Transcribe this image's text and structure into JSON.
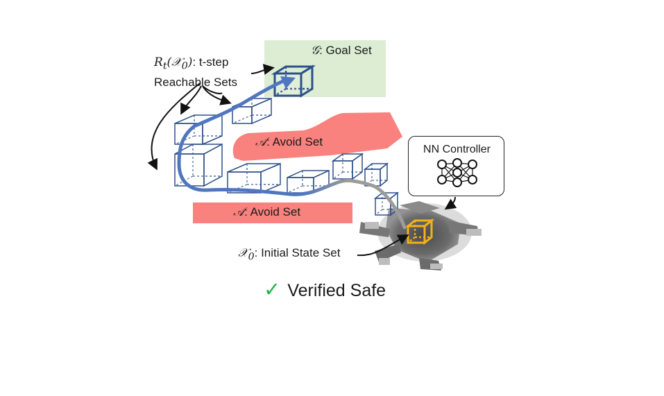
{
  "goal": {
    "symbol": "𝒢",
    "text": ": Goal Set",
    "color": "#dcedd4"
  },
  "reachable": {
    "symbol": "R",
    "subscript": "t",
    "arg": "(𝒳",
    "arg_sub": "0",
    "arg_close": ")",
    "line1_rest": ": t-step",
    "line2": "Reachable Sets"
  },
  "avoid": {
    "symbol": "𝒜",
    "text": ": Avoid Set",
    "color": "#f9817e"
  },
  "controller": {
    "title": "NN Controller"
  },
  "initial": {
    "symbol": "𝒳",
    "subscript": "0",
    "text": ": Initial State Set",
    "color": "#f2b21b"
  },
  "verified": {
    "check": "✓",
    "text": "Verified Safe"
  },
  "colors": {
    "trajectory_blue": "#4f76bf",
    "trajectory_gray": "#9c9c9c",
    "box_stroke": "#2d4f8a"
  }
}
